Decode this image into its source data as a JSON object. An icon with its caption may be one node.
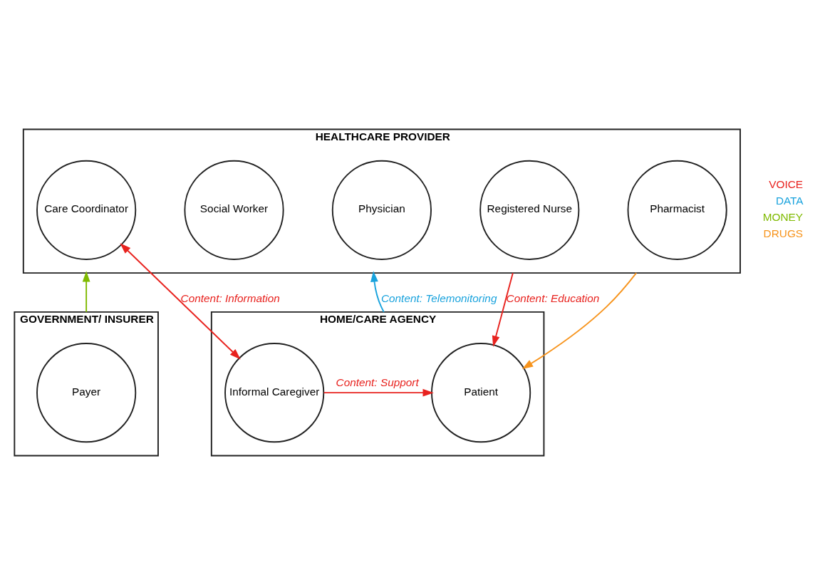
{
  "diagram": {
    "nodes": [
      {
        "text": [
          "HEALTHCARE PROVIDER"
        ]
      },
      {
        "text": [
          "Care Coordinator"
        ],
        "in": 0
      },
      {
        "text": [
          "Social Worker"
        ],
        "in": 0
      },
      {
        "text": [
          "Physician"
        ],
        "in": 0
      },
      {
        "text": [
          "Registered Nurse"
        ],
        "in": 0
      },
      {
        "text": [
          "Pharmacist"
        ],
        "in": 0
      },
      {
        "text": [
          "GOVERNMENT/ INSURER"
        ]
      },
      {
        "text": [
          "Payer"
        ],
        "in": 6
      },
      {
        "text": [
          "HOME/CARE AGENCY"
        ]
      },
      {
        "text": [
          "Informal Caregiver"
        ],
        "in": 8
      },
      {
        "text": [
          "Patient"
        ],
        "in": 8
      }
    ],
    "edges": [
      {
        "from": 6,
        "to": 0,
        "arrow": "to",
        "color": "#7fba00"
      },
      {
        "from": 9,
        "to": 1,
        "arrow": "both",
        "label": "Content: Information",
        "color": "#e8231f"
      },
      {
        "from": 8,
        "to": 0,
        "arrow": "to",
        "label": "Content: Telemonitoring",
        "color": "#1aa3dd"
      },
      {
        "from": 0,
        "to": 10,
        "arrow": "to",
        "label": "Content: Education",
        "color": "#e8231f"
      },
      {
        "from": 0,
        "to": 10,
        "arrow": "to",
        "color": "#f7941d"
      },
      {
        "from": 9,
        "to": 10,
        "arrow": "to",
        "label": "Content: Support",
        "color": "#e8231f"
      }
    ],
    "legend": [
      {
        "text": "VOICE",
        "color": "#e8231f"
      },
      {
        "text": "DATA",
        "color": "#1aa3dd"
      },
      {
        "text": "MONEY",
        "color": "#7fba00"
      },
      {
        "text": "DRUGS",
        "color": "#f7941d"
      }
    ]
  }
}
